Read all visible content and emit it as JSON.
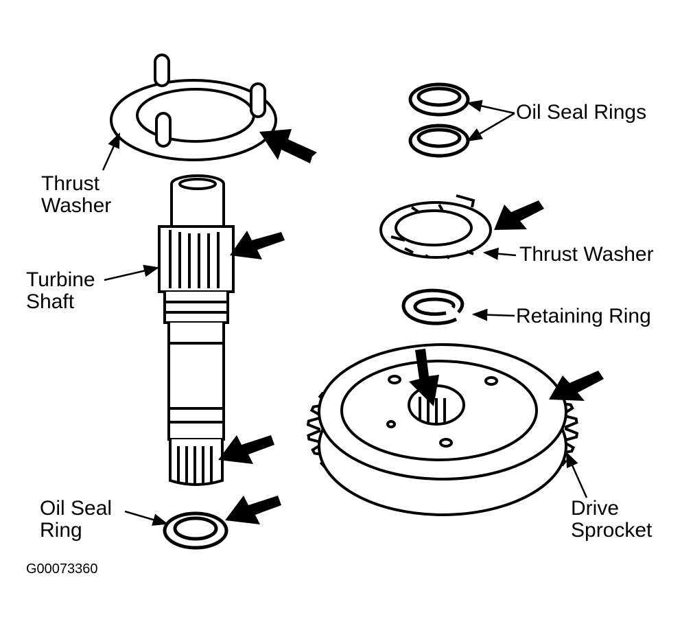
{
  "diagram": {
    "code": "G00073360",
    "colors": {
      "ink": "#000000",
      "paper": "#ffffff"
    },
    "labels": {
      "thrust_washer_left": [
        "Thrust",
        "Washer"
      ],
      "turbine_shaft": [
        "Turbine",
        "Shaft"
      ],
      "oil_seal_ring": [
        "Oil Seal",
        "Ring"
      ],
      "oil_seal_rings": "Oil Seal Rings",
      "thrust_washer_right": "Thrust Washer",
      "retaining_ring": "Retaining Ring",
      "drive_sprocket": [
        "Drive",
        "Sprocket"
      ]
    }
  }
}
